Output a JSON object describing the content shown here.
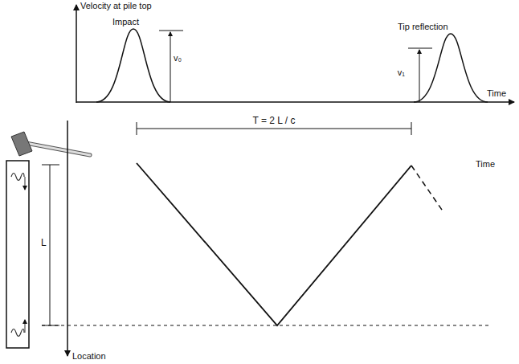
{
  "diagram": {
    "labels": [
      "Velocity at pile top",
      "Impact",
      "v₀",
      "Tip reflection",
      "v₁",
      "Time",
      "T = 2 L / c",
      "Time",
      "L",
      "Location"
    ]
  }
}
